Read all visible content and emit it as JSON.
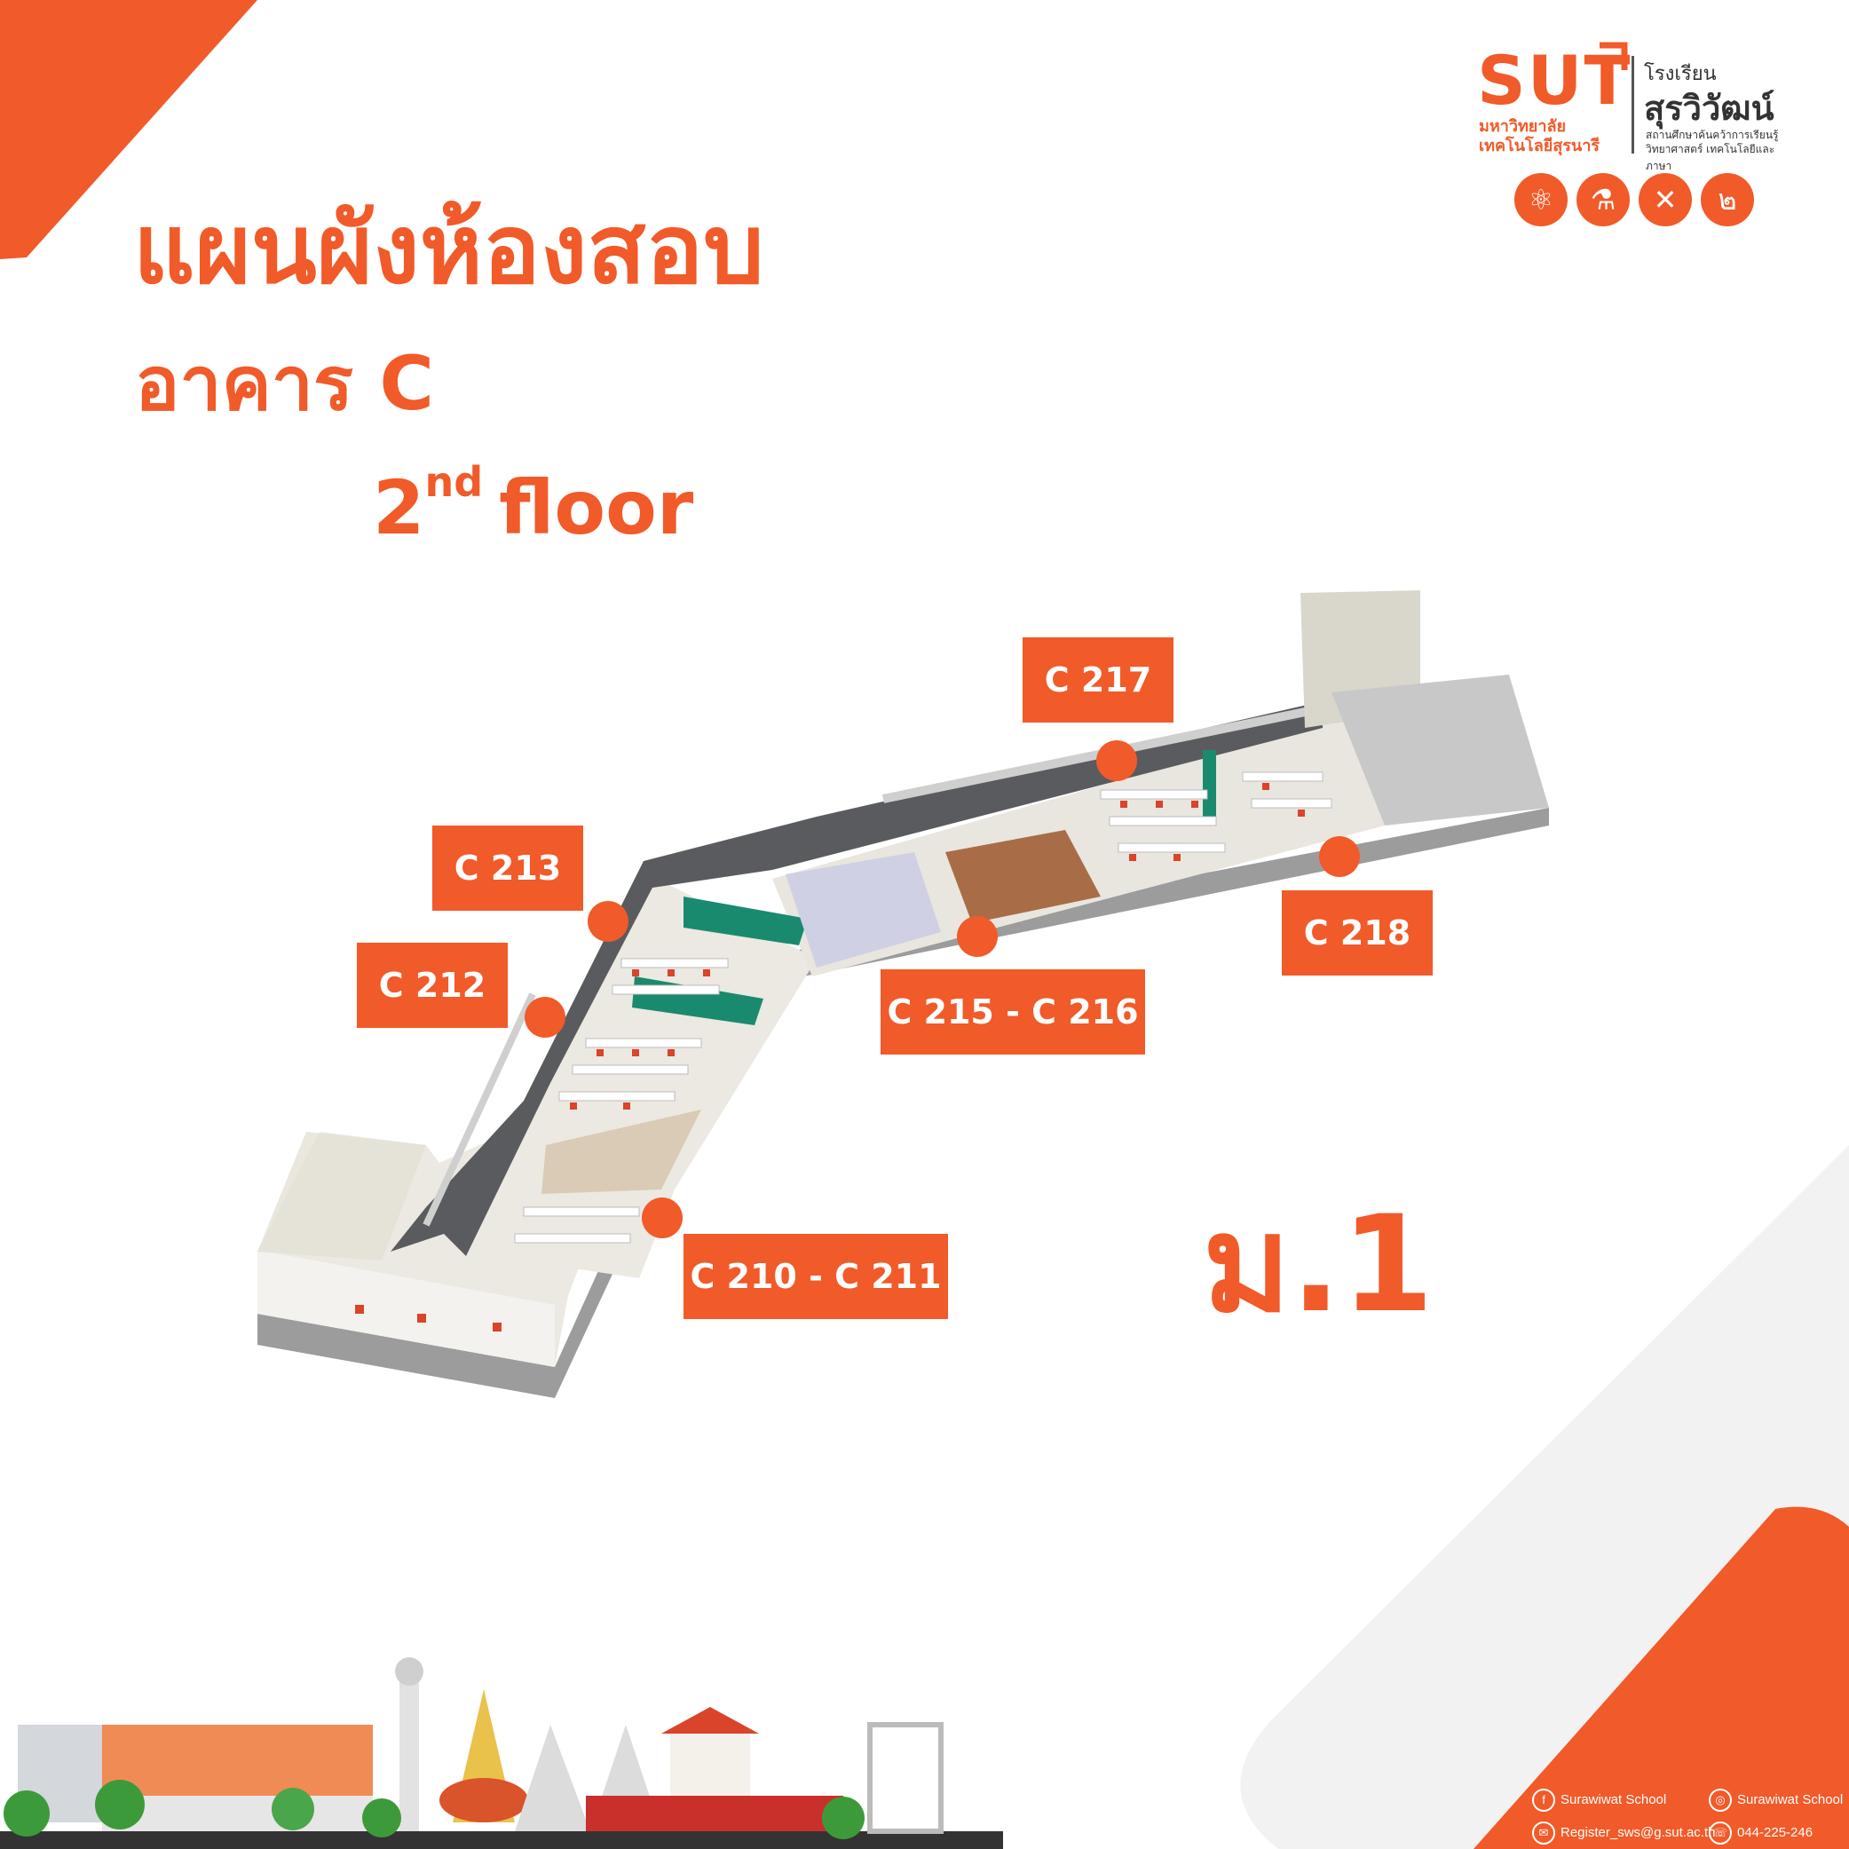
{
  "header": {
    "title": "แผนผังห้องสอบ",
    "building": "อาคาร C",
    "floor_number": "2",
    "floor_suffix": "nd",
    "floor_word": "floor"
  },
  "logo": {
    "sut": "SUT",
    "university_line1": "มหาวิทยาลัย",
    "university_line2": "เทคโนโลยีสุรนารี",
    "school_line1": "โรงเรียน",
    "school_name": "สุรวิวัฒน์",
    "school_desc1": "สถานศึกษาค้นคว้าการเรียนรู้",
    "school_desc2": "วิทยาศาสตร์ เทคโนโลยีและภาษา",
    "badges": [
      "atom-icon",
      "test-tubes-icon",
      "dna-icon",
      "thai-digit-icon"
    ]
  },
  "rooms": [
    {
      "id": "c217",
      "label": "C 217"
    },
    {
      "id": "c213",
      "label": "C 213"
    },
    {
      "id": "c212",
      "label": "C 212"
    },
    {
      "id": "c218",
      "label": "C 218"
    },
    {
      "id": "c215",
      "label": "C 215 - C 216"
    },
    {
      "id": "c210",
      "label": "C 210 - C 211"
    }
  ],
  "grade_label": "ม.1",
  "contacts": {
    "facebook": "Surawiwat School",
    "instagram": "Surawiwat School",
    "email": "Register_sws@g.sut.ac.th",
    "phone": "044-225-246"
  },
  "colors": {
    "accent": "#f15a29",
    "corridor": "#5a5b5e",
    "floor": "#ebe9e1",
    "pale_gray": "#f2f2f2"
  }
}
